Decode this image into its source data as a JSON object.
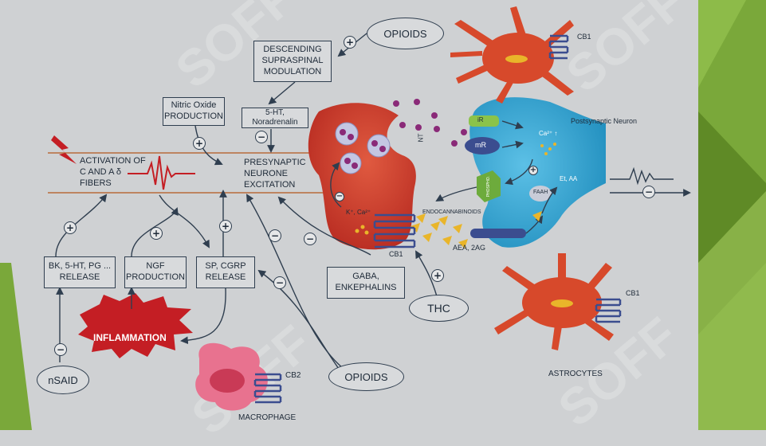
{
  "nodes": {
    "opioids_top": "OPIOIDS",
    "descending": "DESCENDING\nSUPRASPINAL\nMODULATION",
    "nitric_oxide": "Nitric Oxide\nPRODUCTION",
    "serotonin": "5-HT, Noradrenalin",
    "activation": "ACTIVATION OF\nC AND A δ\nFIBERS",
    "presynaptic": "PRESYNAPTIC\nNEURONE\nEXCITATION",
    "bk_release": "BK, 5-HT, PG ...\nRELEASE",
    "ngf": "NGF\nPRODUCTION",
    "sp_cgrp": "SP, CGRP\nRELEASE",
    "gaba": "GABA,\nENKEPHALINS",
    "thc": "THC",
    "inflammation": "INFLAMMATION",
    "nsaid": "nSAID",
    "opioids_bottom": "OPIOIDS",
    "macrophage": "MACROPHAGE",
    "cb2": "CB2",
    "cb1_presyn": "CB1",
    "cb1_top": "CB1",
    "cb1_astro": "CB1",
    "astrocytes": "ASTROCYTES",
    "postsynaptic": "Postsynaptic Neuron",
    "nt": "NT",
    "ions": "K⁺, Ca²⁺",
    "endocannabinoids": "ENDOCANNABINOIDS",
    "aea": "AEA, 2AG",
    "faah": "FAAH",
    "et_aa": "Et, AA",
    "ir": "iR",
    "mr": "mR",
    "ca": "Ca²⁺ ↑",
    "enzyme": "PHOSPHO."
  },
  "signs": {
    "plus": "+",
    "minus": "−"
  },
  "colors": {
    "background": "#cfd1d3",
    "green_accent": "#6f9a2a",
    "presynaptic_red": "#c83a2c",
    "postsynaptic_blue": "#2e9fcf",
    "astrocyte_red": "#d7492b",
    "macrophage_pink": "#e8728f",
    "inflammation_red": "#c41e24",
    "receptor_navy": "#3b4d8f",
    "ligand_yellow": "#e9b52a",
    "watermark": "SOFF"
  }
}
